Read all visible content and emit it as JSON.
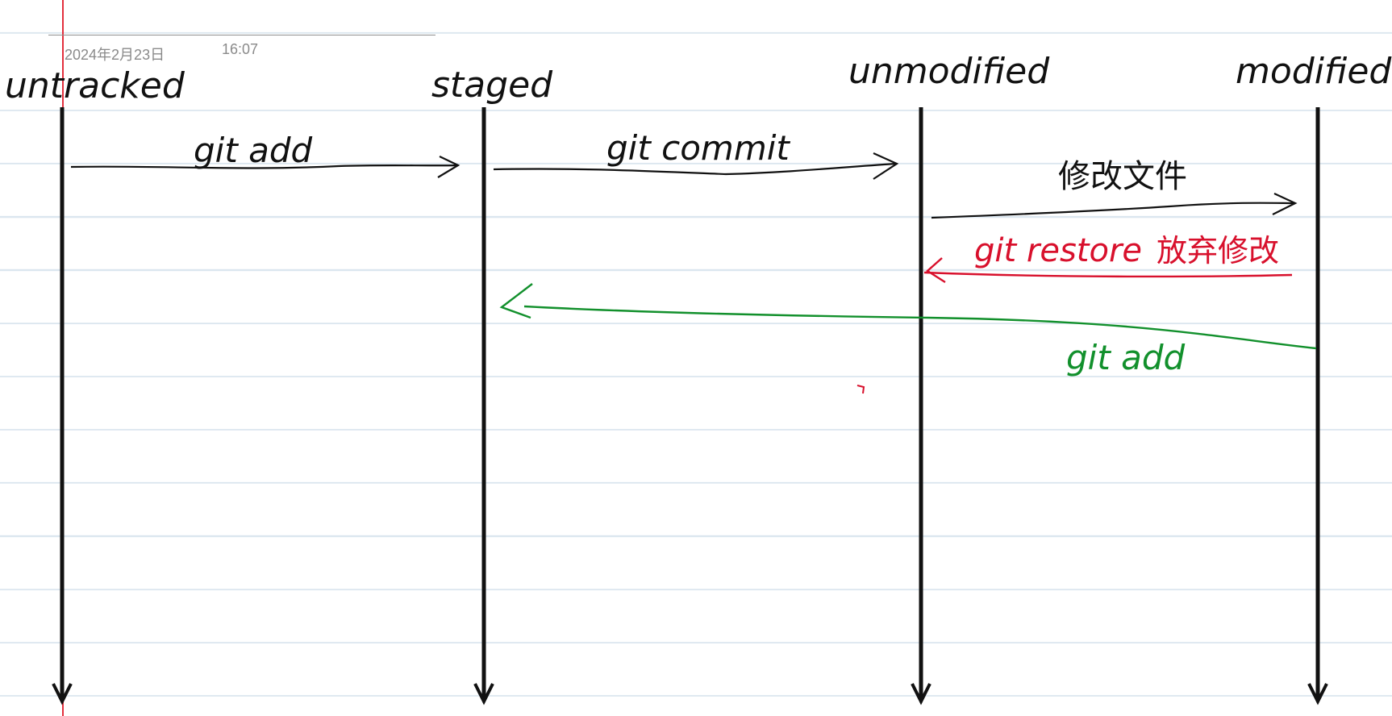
{
  "note": {
    "date": "2024年2月23日",
    "time": "16:07"
  },
  "states": [
    {
      "label": "untracked"
    },
    {
      "label": "staged"
    },
    {
      "label": "unmodified"
    },
    {
      "label": "modified."
    }
  ],
  "transitions": [
    {
      "from": "untracked",
      "to": "staged",
      "label": "git add",
      "color": "#111111"
    },
    {
      "from": "staged",
      "to": "unmodified",
      "label": "git commit",
      "color": "#111111"
    },
    {
      "from": "unmodified",
      "to": "modified.",
      "label": "修改文件",
      "color": "#111111"
    },
    {
      "from": "modified.",
      "to": "unmodified",
      "label": "git restore",
      "label2": "放弃修改",
      "color": "#d8102c"
    },
    {
      "from": "modified.",
      "to": "staged",
      "label": "git add",
      "color": "#12902c"
    }
  ],
  "colors": {
    "ink": "#111111",
    "red": "#d8102c",
    "green": "#12902c",
    "rule": "#dbe6ef",
    "margin": "#e3303d"
  }
}
